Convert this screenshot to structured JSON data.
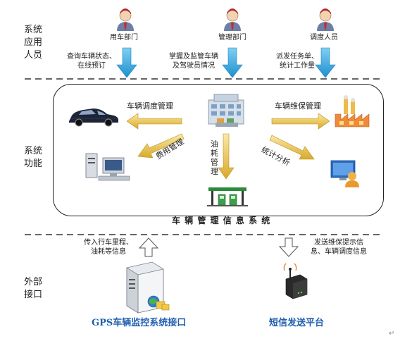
{
  "sections": {
    "users": [
      "系统",
      "应用",
      "人员"
    ],
    "functions": [
      "系统",
      "功能"
    ],
    "interfaces": [
      "外部",
      "接口"
    ]
  },
  "roles": {
    "left": "用车部门",
    "middle": "管理部门",
    "right": "调度人员"
  },
  "role_notes": {
    "left": [
      "查询车辆状态、",
      "在线预订"
    ],
    "middle": [
      "掌握及监管车辆",
      "及驾驶员情况"
    ],
    "right": [
      "派发任务单、",
      "统计工作量"
    ]
  },
  "functions": {
    "dispatch": "车辆调度管理",
    "maintenance": "车辆维保管理",
    "cost": "费用管理",
    "fuel": [
      "油",
      "耗",
      "管",
      "理"
    ],
    "stats": "统计分析"
  },
  "system_title": "车 辆 管 理 信 息 系 统",
  "interfaces": {
    "gps_note": [
      "传入行车里程、",
      "油耗等信息"
    ],
    "sms_note": [
      "发送维保提示信",
      "息、车辆调度信息"
    ],
    "gps_label": "GPS车辆监控系统接口",
    "sms_label": "短信发送平台"
  },
  "colors": {
    "blue_arrow": "#1e9ad8",
    "gold_arrow": "#e3b93a",
    "title_blue": "#1f5fae"
  },
  "end_mark": "↵"
}
